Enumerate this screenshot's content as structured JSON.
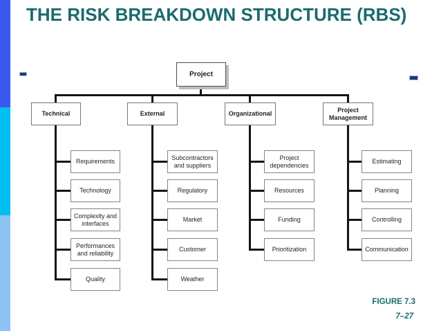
{
  "slide": {
    "title": "THE RISK BREAKDOWN STRUCTURE (RBS)",
    "figure_label": "FIGURE 7.3",
    "page_number": "7–27"
  },
  "colors": {
    "title_teal": "#1a6b6e",
    "bar_blue": "#3b59f0",
    "bar_cyan": "#00c0f2",
    "bar_light_blue": "#8fc2f5",
    "dash_navy": "#1e3a6e",
    "line_color": "#141414",
    "box_border": "#848484",
    "box_text": "#1f1f1f"
  },
  "diagram": {
    "root": {
      "label": "Project"
    },
    "columns": [
      {
        "label": "Technical",
        "children": [
          "Requirements",
          "Technology",
          "Complexity and interfaces",
          "Performances and reliability",
          "Quality"
        ]
      },
      {
        "label": "External",
        "children": [
          "Subcontractors and suppliers",
          "Regulatory",
          "Market",
          "Customer",
          "Weather"
        ]
      },
      {
        "label": "Organizational",
        "children": [
          "Project dependencies",
          "Resources",
          "Funding",
          "Prioritization"
        ]
      },
      {
        "label": "Project Management",
        "children": [
          "Estimating",
          "Planning",
          "Controlling",
          "Communication"
        ]
      }
    ]
  }
}
